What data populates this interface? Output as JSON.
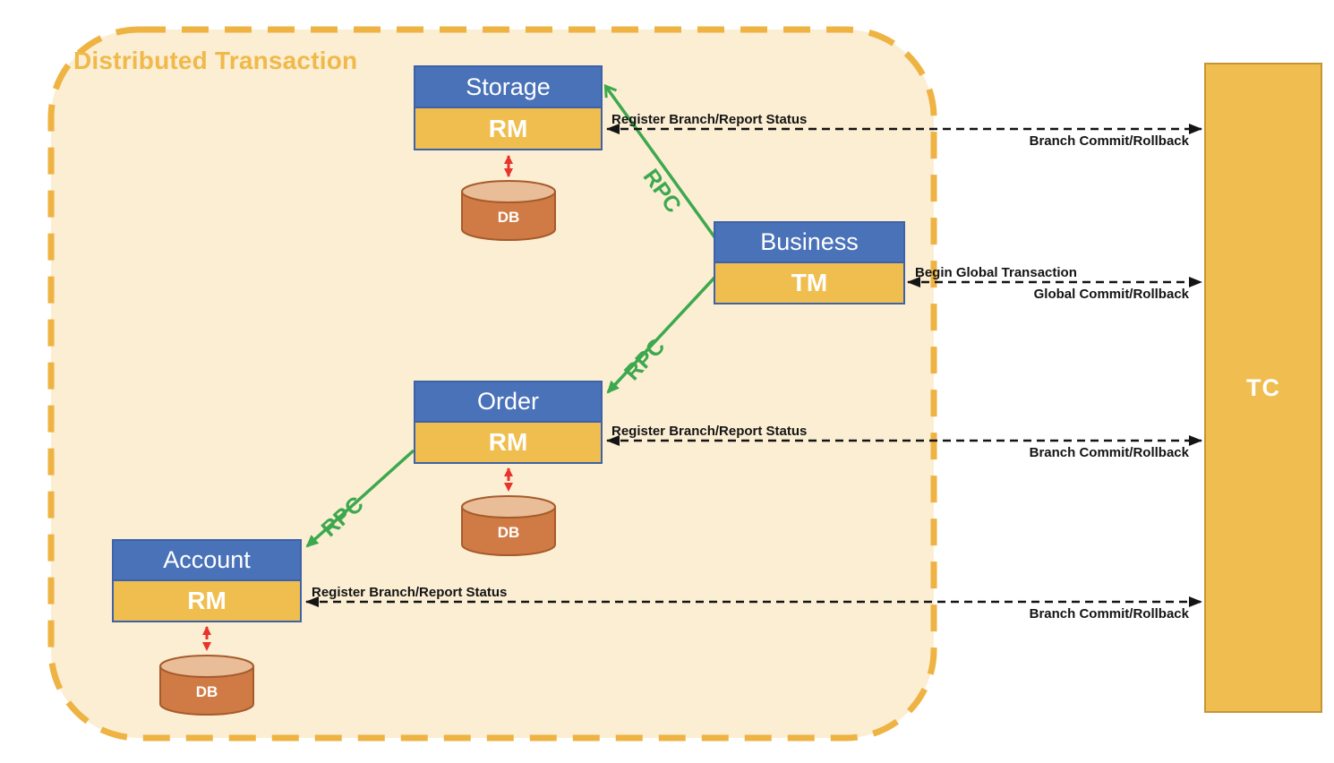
{
  "title": "Distributed Transaction",
  "services": [
    {
      "name": "Storage",
      "role": "RM",
      "db": "DB"
    },
    {
      "name": "Business",
      "role": "TM"
    },
    {
      "name": "Order",
      "role": "RM",
      "db": "DB"
    },
    {
      "name": "Account",
      "role": "RM",
      "db": "DB"
    }
  ],
  "coordinator": "TC",
  "rpc": "RPC",
  "labels": {
    "register_report": "Register Branch/Report Status",
    "branch_commit": "Branch Commit/Rollback",
    "begin_global": "Begin Global Transaction",
    "global_commit": "Global Commit/Rollback"
  },
  "colors": {
    "header_blue": "#4a72b8",
    "role_yellow": "#f0be4e",
    "boundary_fill": "#fbeed3",
    "boundary_border": "#eeb342",
    "rpc_green": "#3da84e",
    "db_red_arrow": "#e8342c",
    "db_body": "#d07b45",
    "db_top": "#e9bd97",
    "tc_fill": "#efbd50",
    "arrow_black": "#141414"
  }
}
